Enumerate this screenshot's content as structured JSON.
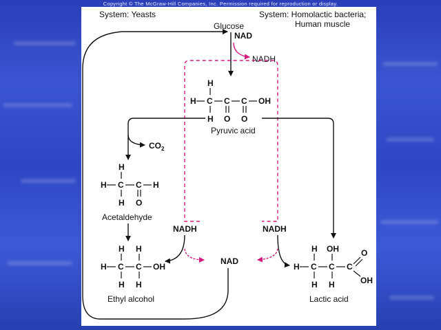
{
  "copyright": "Copyright © The McGraw-Hill Companies, Inc. Permission required for reproduction or display.",
  "systems": {
    "left": "System: Yeasts",
    "right_line1": "System: Homolactic bacteria;",
    "right_line2": "Human muscle"
  },
  "compounds": {
    "glucose": "Glucose",
    "pyruvic_acid": "Pyruvic acid",
    "acetaldehyde": "Acetaldehyde",
    "ethyl_alcohol": "Ethyl alcohol",
    "lactic_acid": "Lactic acid"
  },
  "cofactors": {
    "nad_top": "NAD",
    "nadh_top": "NADH",
    "co2_main": "CO",
    "co2_sub": "2",
    "nadh_left": "NADH",
    "nadh_right": "NADH",
    "nad_bottom": "NAD"
  },
  "atoms": {
    "H": "H",
    "C": "C",
    "O": "O",
    "OH": "OH"
  },
  "colors": {
    "background": "#2f4ac6",
    "panel": "#ffffff",
    "arrow": "#111111",
    "redox": "#d6197e"
  }
}
